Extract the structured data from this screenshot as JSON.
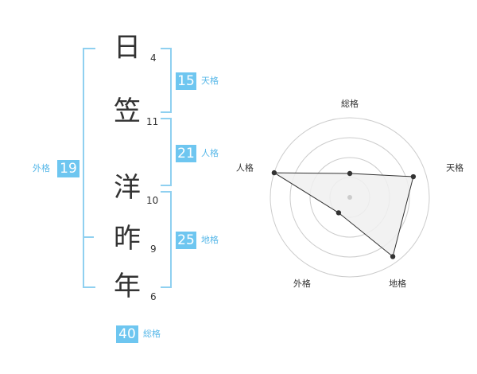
{
  "name": {
    "characters": [
      {
        "char": "日",
        "strokes": "4"
      },
      {
        "char": "笠",
        "strokes": "11"
      },
      {
        "char": "洋",
        "strokes": "10"
      },
      {
        "char": "昨",
        "strokes": "9"
      },
      {
        "char": "年",
        "strokes": "6"
      }
    ]
  },
  "kaku": {
    "tenkaku": {
      "value": "15",
      "label": "天格"
    },
    "jinkaku": {
      "value": "21",
      "label": "人格"
    },
    "chikaku": {
      "value": "25",
      "label": "地格"
    },
    "gaikaku": {
      "value": "19",
      "label": "外格"
    },
    "soukaku": {
      "value": "40",
      "label": "総格"
    }
  },
  "colors": {
    "accent": "#6ec6f0",
    "bracket": "#8fd0f0",
    "text": "#333333",
    "radar_fill": "#f0f0f0",
    "radar_grid": "#cccccc"
  },
  "chart_data": {
    "type": "radar",
    "axes": [
      "総格",
      "天格",
      "地格",
      "外格",
      "人格"
    ],
    "values": [
      1.5,
      4.2,
      4.6,
      1.2,
      5
    ],
    "max": 5,
    "rings": 4
  }
}
